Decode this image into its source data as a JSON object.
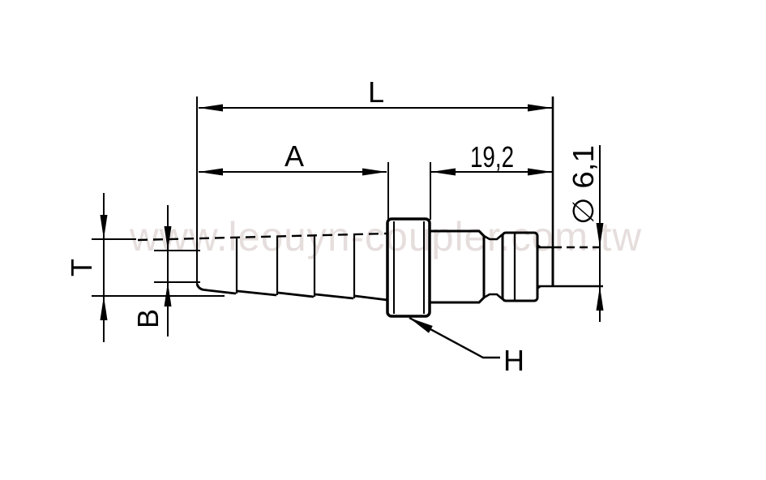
{
  "drawing": {
    "title": "hose-barb-coupler-plug-dimension-drawing",
    "watermark": "www.leouyn-coupler.com.tw",
    "labels": {
      "overall_length": "L",
      "tail_length": "A",
      "plug_length": "19,2",
      "tail_diameter": "T",
      "bore_diameter": "B",
      "hex_size": "H",
      "tip_diameter": "∅ 6,1"
    },
    "colors": {
      "line": "#000000",
      "watermark": "#e5dedc",
      "background": "#ffffff"
    }
  }
}
